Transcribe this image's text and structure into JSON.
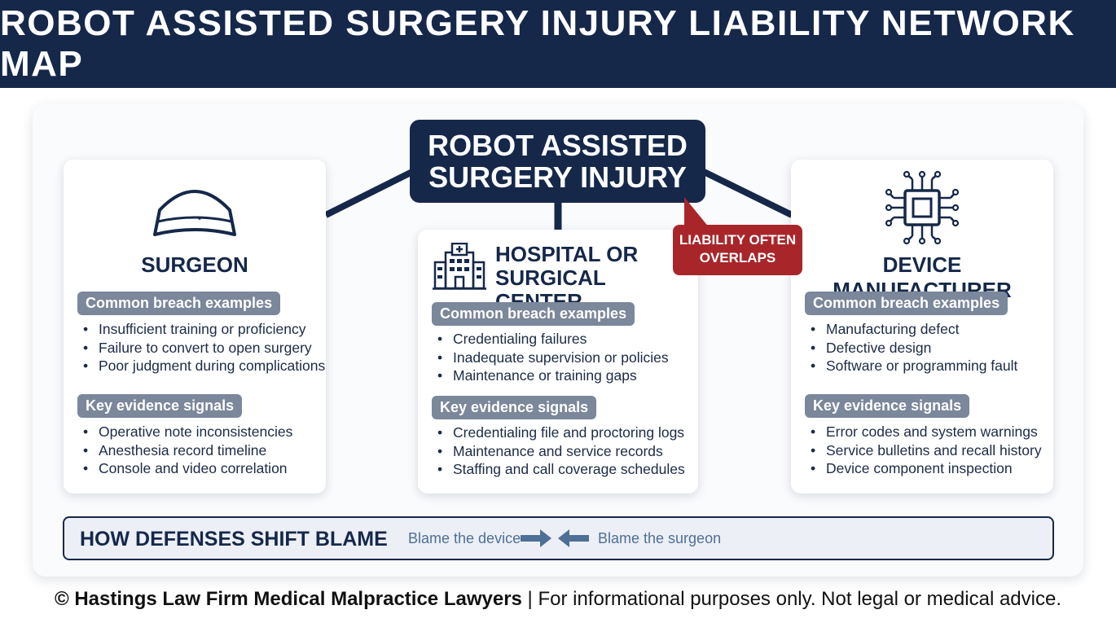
{
  "title": "ROBOT ASSISTED SURGERY INJURY LIABILITY NETWORK MAP",
  "center": {
    "line1": "ROBOT ASSISTED",
    "line2": "SURGERY INJURY"
  },
  "callout": {
    "line1": "LIABILITY OFTEN",
    "line2": "OVERLAPS"
  },
  "colors": {
    "navy": "#15284a",
    "callout_red": "#a8262a",
    "pill_gray": "#7b879a",
    "arrow_blue": "#4e6f96"
  },
  "parties": {
    "surgeon": {
      "title": "SURGEON",
      "icon": "surgical-cap-icon",
      "breach_label": "Common breach examples",
      "breach": [
        "Insufficient training or proficiency",
        "Failure to convert to open surgery",
        "Poor judgment during complications"
      ],
      "evidence_label": "Key evidence signals",
      "evidence": [
        "Operative note inconsistencies",
        "Anesthesia record timeline",
        "Console and video correlation"
      ]
    },
    "hospital": {
      "title_line1": "HOSPITAL OR",
      "title_line2": "SURGICAL CENTER",
      "icon": "hospital-building-icon",
      "breach_label": "Common breach examples",
      "breach": [
        "Credentialing failures",
        "Inadequate supervision or policies",
        "Maintenance or training gaps"
      ],
      "evidence_label": "Key evidence signals",
      "evidence": [
        "Credentialing file and proctoring logs",
        "Maintenance and service records",
        "Staffing and call coverage schedules"
      ]
    },
    "device": {
      "title": "DEVICE MANUFACTURER",
      "icon": "microchip-icon",
      "breach_label": "Common breach examples",
      "breach": [
        "Manufacturing defect",
        "Defective design",
        "Software or programming fault"
      ],
      "evidence_label": "Key evidence signals",
      "evidence": [
        "Error codes and system warnings",
        "Service bulletins and recall history",
        "Device component inspection"
      ]
    }
  },
  "defenses": {
    "label": "HOW DEFENSES SHIFT BLAME",
    "left": "Blame the device",
    "right": "Blame the surgeon"
  },
  "footer": {
    "bold": "© Hastings Law Firm Medical Malpractice Lawyers",
    "rest": " | For informational purposes only. Not legal or medical advice."
  }
}
